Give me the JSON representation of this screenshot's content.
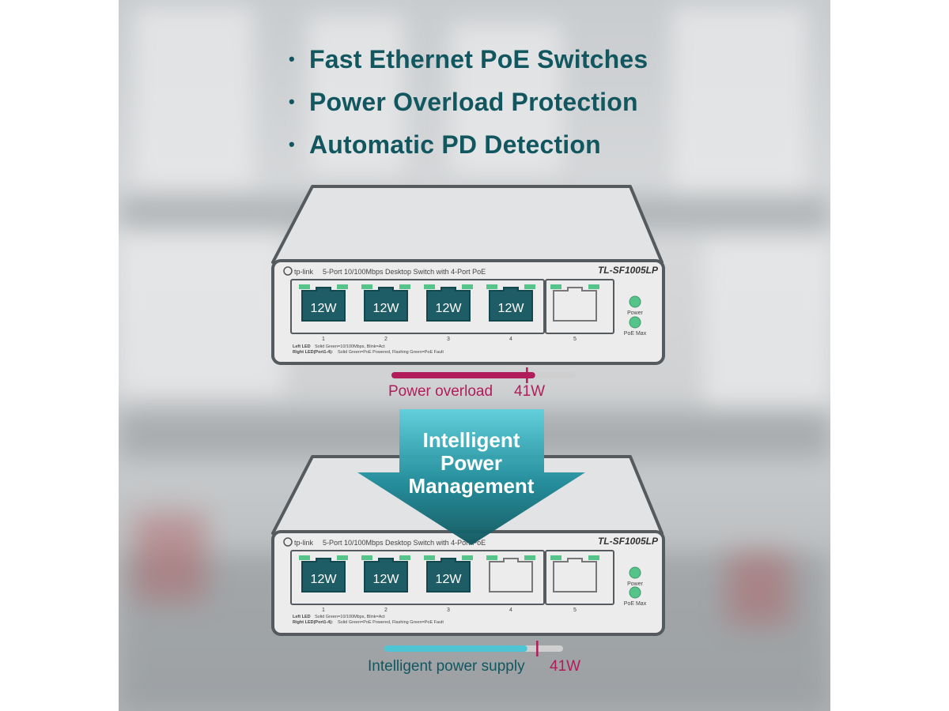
{
  "bullets": [
    "Fast Ethernet PoE Switches",
    "Power Overload Protection",
    "Automatic PD Detection"
  ],
  "switch": {
    "brand": "tp-link",
    "description": "5-Port 10/100Mbps Desktop Switch with 4-Port PoE",
    "model": "TL-SF1005LP",
    "led_power": "Power",
    "led_poe_max": "PoE Max",
    "legend_left_key": "Left LED",
    "legend_left_text": "Solid Green=10/100Mbps, Blink=Act",
    "legend_right_key": "Right LED(Port1-4):",
    "legend_right_text": "Solid Green=PoE Powered, Flashing Green=PoE Fault",
    "port_numbers": [
      "1",
      "2",
      "3",
      "4",
      "5"
    ]
  },
  "top_switch": {
    "port_watts": [
      "12W",
      "12W",
      "12W",
      "12W"
    ],
    "bar_label": "Power overload",
    "bar_value": "41W",
    "bar_fill_fraction": 0.78,
    "bar_marker_fraction": 0.73
  },
  "arrow": {
    "line1": "Intelligent",
    "line2": "Power",
    "line3": "Management"
  },
  "bottom_switch": {
    "port_watts": [
      "12W",
      "12W",
      "12W"
    ],
    "bar_label": "Intelligent power supply",
    "bar_value": "41W",
    "bar_fill_fraction": 0.8,
    "bar_marker_fraction": 0.85
  },
  "colors": {
    "teal_dark": "#12575f",
    "overload": "#b01d5a",
    "supply": "#4cc4d3",
    "led_green": "#55c48a",
    "port_active": "#1f5d66"
  }
}
